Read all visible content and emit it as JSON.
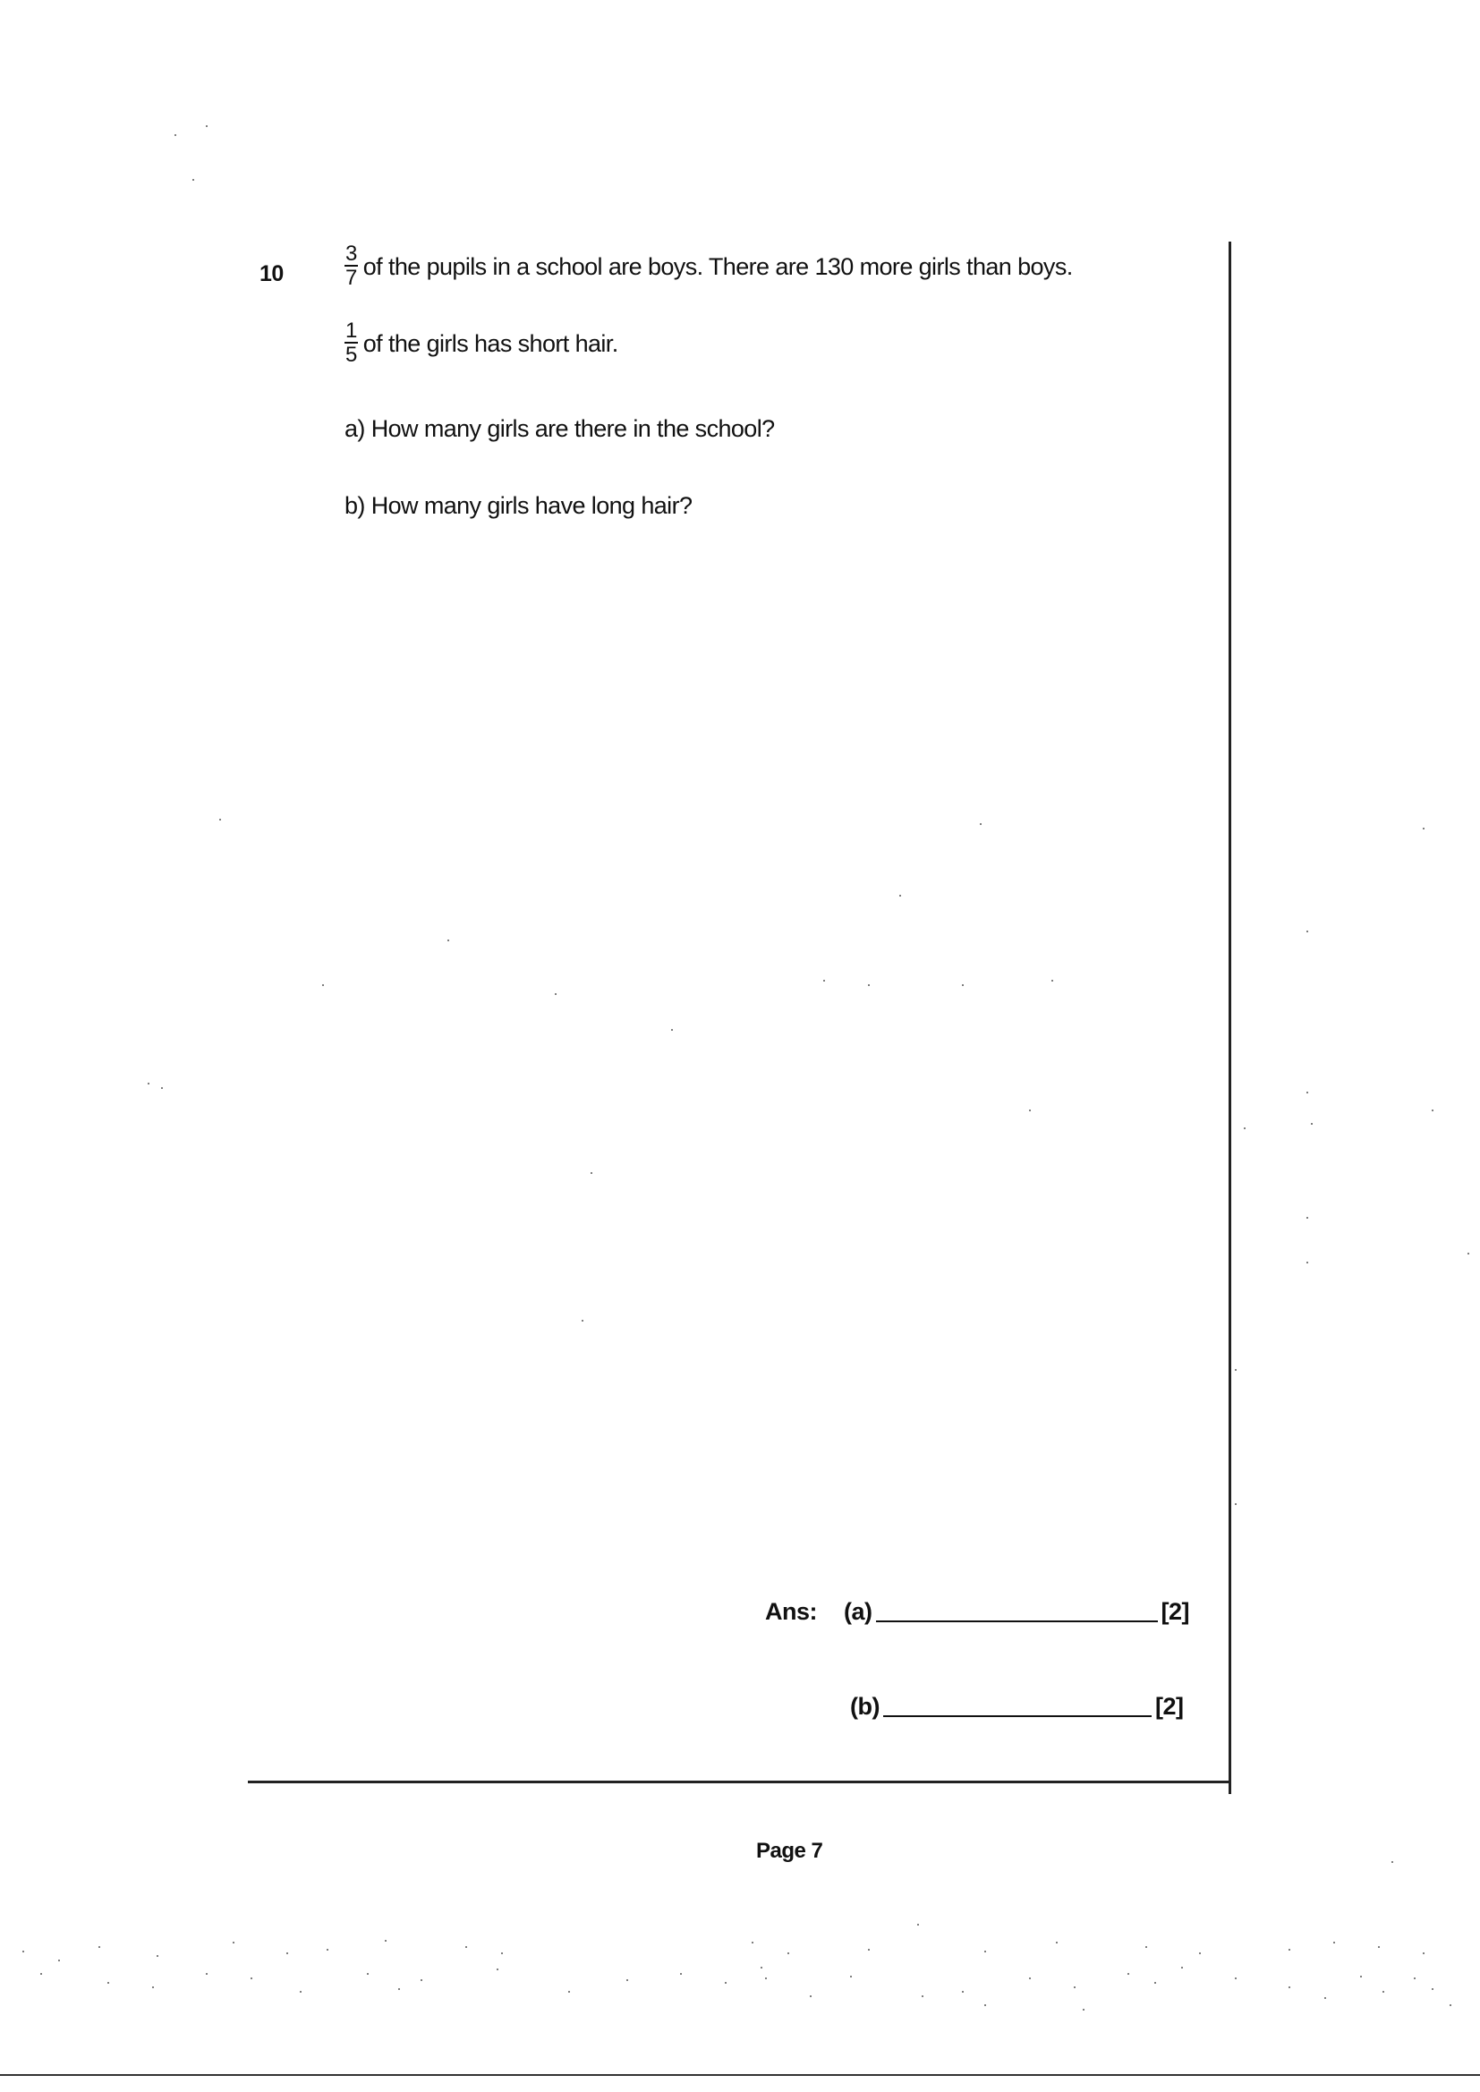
{
  "question": {
    "number": "10",
    "fraction_boys": {
      "numerator": "3",
      "denominator": "7"
    },
    "line1_text": "of the pupils in a school are boys. There are 130 more girls than boys.",
    "fraction_short_hair": {
      "numerator": "1",
      "denominator": "5"
    },
    "line2_text": "of the girls has short hair.",
    "part_a": "a) How many girls are there in the school?",
    "part_b": "b) How many girls have long hair?"
  },
  "answers": {
    "ans_label": "Ans:",
    "a_label": "(a)",
    "a_marks": "[2]",
    "b_label": "(b)",
    "b_marks": "[2]"
  },
  "footer": {
    "page_number": "Page 7"
  }
}
